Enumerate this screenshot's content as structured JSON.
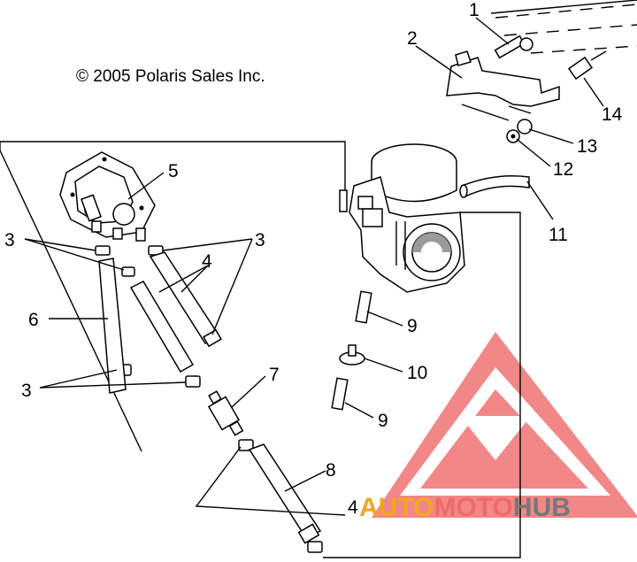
{
  "copyright": "© 2005 Polaris Sales Inc.",
  "callouts": [
    "1",
    "2",
    "14",
    "13",
    "12",
    "11",
    "5",
    "3",
    "3",
    "4",
    "6",
    "3",
    "9",
    "10",
    "9",
    "7",
    "8",
    "4"
  ],
  "watermark": {
    "part1": "AUTO",
    "part2": "MOTO",
    "part3": "HUB",
    "colors": {
      "red": "#f06a6a",
      "orange": "#f5a623",
      "gray": "#777777"
    }
  }
}
